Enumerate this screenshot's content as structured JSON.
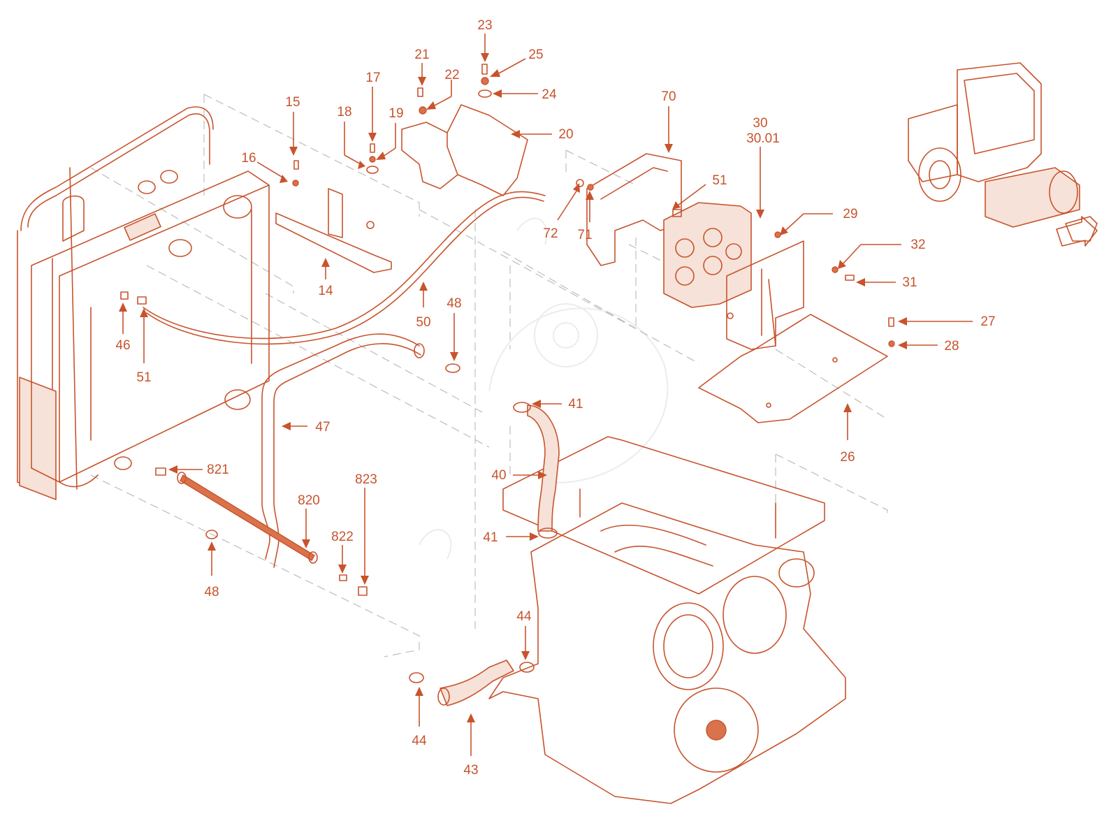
{
  "diagram": {
    "accent_color": "#c8532c",
    "callouts": [
      {
        "id": "c23",
        "text": "23"
      },
      {
        "id": "c25",
        "text": "25"
      },
      {
        "id": "c24",
        "text": "24"
      },
      {
        "id": "c21",
        "text": "21"
      },
      {
        "id": "c22",
        "text": "22"
      },
      {
        "id": "c17",
        "text": "17"
      },
      {
        "id": "c18",
        "text": "18"
      },
      {
        "id": "c19",
        "text": "19"
      },
      {
        "id": "c15",
        "text": "15"
      },
      {
        "id": "c16",
        "text": "16"
      },
      {
        "id": "c20",
        "text": "20"
      },
      {
        "id": "c14",
        "text": "14"
      },
      {
        "id": "c70",
        "text": "70"
      },
      {
        "id": "c30",
        "text": "30"
      },
      {
        "id": "c3001",
        "text": "30.01"
      },
      {
        "id": "c51a",
        "text": "51"
      },
      {
        "id": "c72",
        "text": "72"
      },
      {
        "id": "c71",
        "text": "71"
      },
      {
        "id": "c29",
        "text": "29"
      },
      {
        "id": "c32",
        "text": "32"
      },
      {
        "id": "c31",
        "text": "31"
      },
      {
        "id": "c27",
        "text": "27"
      },
      {
        "id": "c28",
        "text": "28"
      },
      {
        "id": "c26",
        "text": "26"
      },
      {
        "id": "c46",
        "text": "46"
      },
      {
        "id": "c51b",
        "text": "51"
      },
      {
        "id": "c50",
        "text": "50"
      },
      {
        "id": "c48a",
        "text": "48"
      },
      {
        "id": "c47",
        "text": "47"
      },
      {
        "id": "c41a",
        "text": "41"
      },
      {
        "id": "c40",
        "text": "40"
      },
      {
        "id": "c41b",
        "text": "41"
      },
      {
        "id": "c821",
        "text": "821"
      },
      {
        "id": "c820",
        "text": "820"
      },
      {
        "id": "c822",
        "text": "822"
      },
      {
        "id": "c823",
        "text": "823"
      },
      {
        "id": "c48b",
        "text": "48"
      },
      {
        "id": "c44a",
        "text": "44"
      },
      {
        "id": "c44b",
        "text": "44"
      },
      {
        "id": "c43",
        "text": "43"
      }
    ]
  }
}
